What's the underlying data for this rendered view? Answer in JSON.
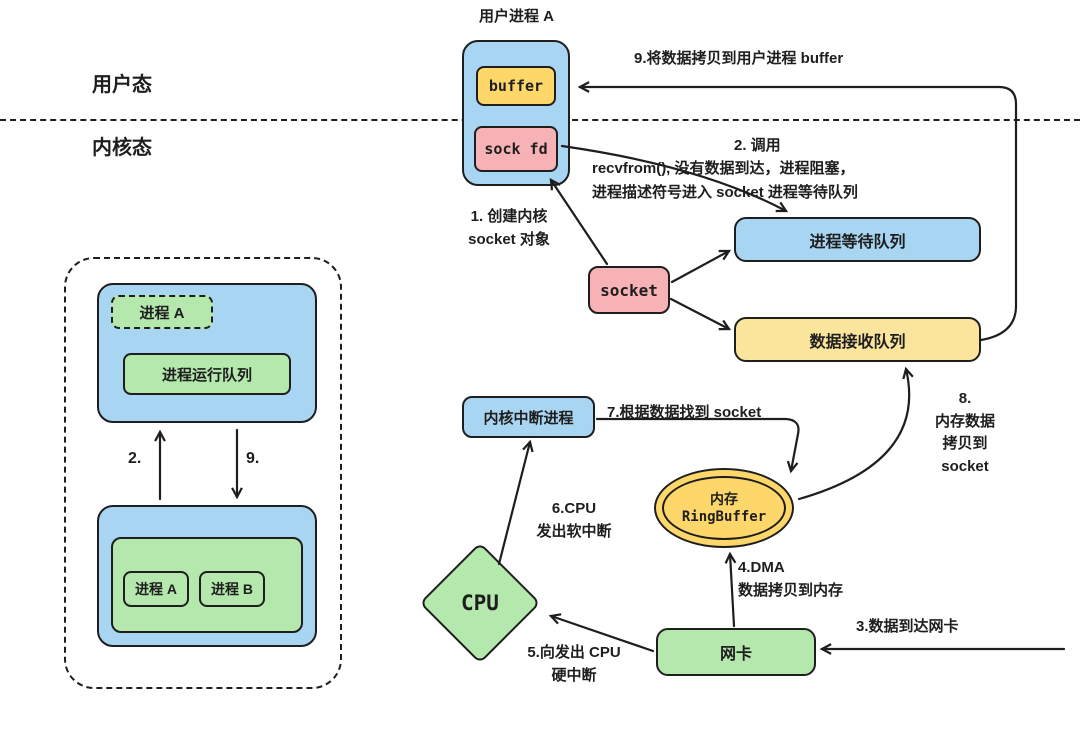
{
  "palette": {
    "ink": "#1e1e1e",
    "blue": "#a8d5f2",
    "yellow": "#fed76a",
    "yellow_light": "#fbe49c",
    "pink": "#f7b2b5",
    "green": "#b4e8ad",
    "background": "#ffffff"
  },
  "regions": {
    "user_mode": "用户态",
    "kernel_mode": "内核态"
  },
  "user_process": {
    "title": "用户进程 A",
    "buffer": "buffer",
    "sock_fd": "sock fd"
  },
  "nodes": {
    "socket": "socket",
    "process_wait_queue": "进程等待队列",
    "data_receive_queue": "数据接收队列",
    "kernel_interrupt": "内核中断进程",
    "ring_buffer_cn": "内存",
    "ring_buffer_en": "RingBuffer",
    "cpu": "CPU",
    "nic": "网卡"
  },
  "left_diagram": {
    "process_a_dashed": "进程 A",
    "run_queue": "进程运行队列",
    "process_a": "进程 A",
    "process_b": "进程 B",
    "up_arrow_label": "2.",
    "down_arrow_label": "9."
  },
  "steps": {
    "s1": "1. 创建内核\nsocket 对象",
    "s2": [
      "2. 调用",
      "recvfrom(), 没有数据到达，进程阻塞，",
      "进程描述符号进入 socket 进程等待队列"
    ],
    "s3": "3.数据到达网卡",
    "s4": "4.DMA\n数据拷贝到内存",
    "s5": "5.向发出 CPU\n硬中断",
    "s6": "6.CPU\n发出软中断",
    "s7": "7.根据数据找到 socket",
    "s8": "8.\n内存数据\n拷贝到\nsocket",
    "s9": "9.将数据拷贝到用户进程 buffer"
  }
}
